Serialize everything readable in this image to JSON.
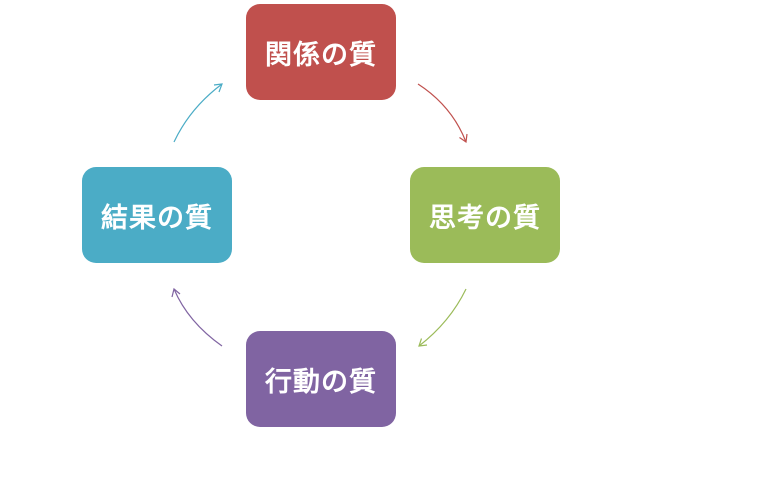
{
  "diagram": {
    "type": "cycle",
    "nodes": [
      {
        "id": "relationship",
        "label": "関係の質",
        "color": "#c0504d"
      },
      {
        "id": "thinking",
        "label": "思考の質",
        "color": "#9bbb59"
      },
      {
        "id": "action",
        "label": "行動の質",
        "color": "#8064a2"
      },
      {
        "id": "result",
        "label": "結果の質",
        "color": "#4bacc6"
      }
    ],
    "edges": [
      {
        "from": "relationship",
        "to": "thinking",
        "color": "#c0504d"
      },
      {
        "from": "thinking",
        "to": "action",
        "color": "#9bbb59"
      },
      {
        "from": "action",
        "to": "result",
        "color": "#8064a2"
      },
      {
        "from": "result",
        "to": "relationship",
        "color": "#4bacc6"
      }
    ]
  }
}
